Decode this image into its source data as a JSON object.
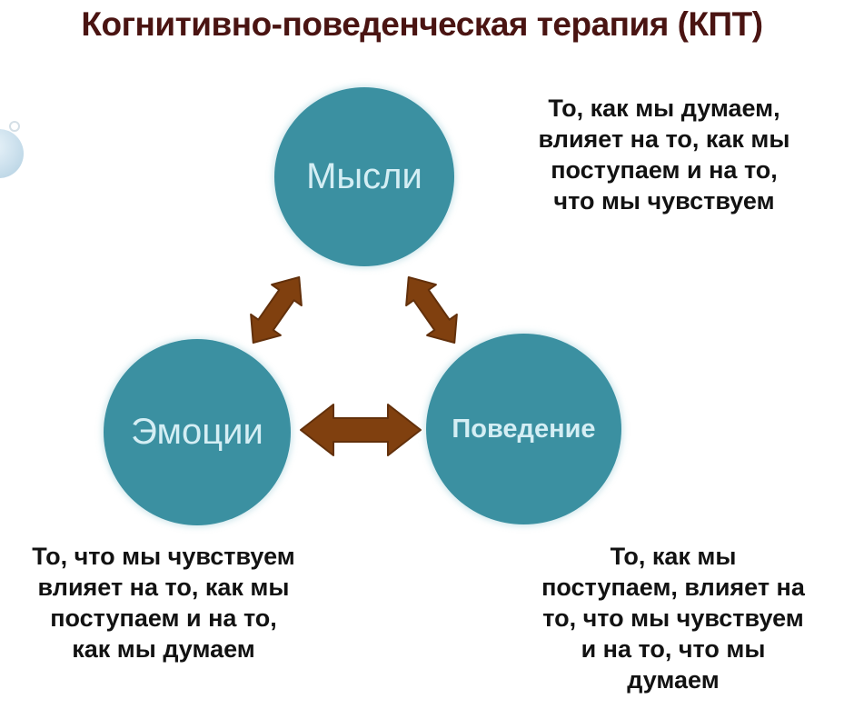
{
  "title": "Когнитивно-поведенческая терапия (КПТ)",
  "colors": {
    "background": "#ffffff",
    "title_text": "#4a1412",
    "circle_fill": "#3b90a1",
    "circle_label": "#d4eef4",
    "arrow_fill": "#80400f",
    "arrow_outline": "#62300b",
    "note_text": "#121212"
  },
  "nodes": {
    "thoughts": {
      "label": "Мысли"
    },
    "emotions": {
      "label": "Эмоции"
    },
    "behavior": {
      "label": "Поведение"
    }
  },
  "annotations": {
    "thoughts": "То, как мы думаем,\nвлияет на то, как мы\nпоступаем и на то,\nчто мы чувствуем",
    "emotions": "То, что мы чувствуем\nвлияет на то, как мы\nпоступаем и на то,\nкак мы думаем",
    "behavior": "То, как мы\nпоступаем, влияет на\nто, что мы чувствуем\nи на то, что мы\nдумаем"
  },
  "icons": {
    "arrow_thoughts_emotions": "double-arrow-diagonal",
    "arrow_thoughts_behavior": "double-arrow-diagonal",
    "arrow_emotions_behavior": "double-arrow-horizontal"
  }
}
